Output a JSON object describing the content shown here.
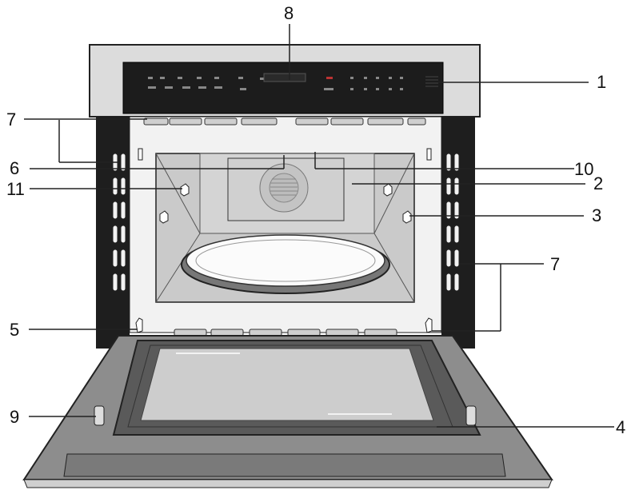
{
  "callouts": {
    "c1": "1",
    "c2": "2",
    "c3": "3",
    "c4": "4",
    "c5": "5",
    "c6": "6",
    "c7_left": "7",
    "c7_right": "7",
    "c8": "8",
    "c9": "9",
    "c10": "10",
    "c11": "11"
  },
  "colors": {
    "outline": "#222222",
    "control_panel": "#1c1c1c",
    "housing": "#d9d9d9",
    "cavity": "#c8c8c8",
    "door": "#8f8f8f",
    "window": "#cfcfcf"
  }
}
